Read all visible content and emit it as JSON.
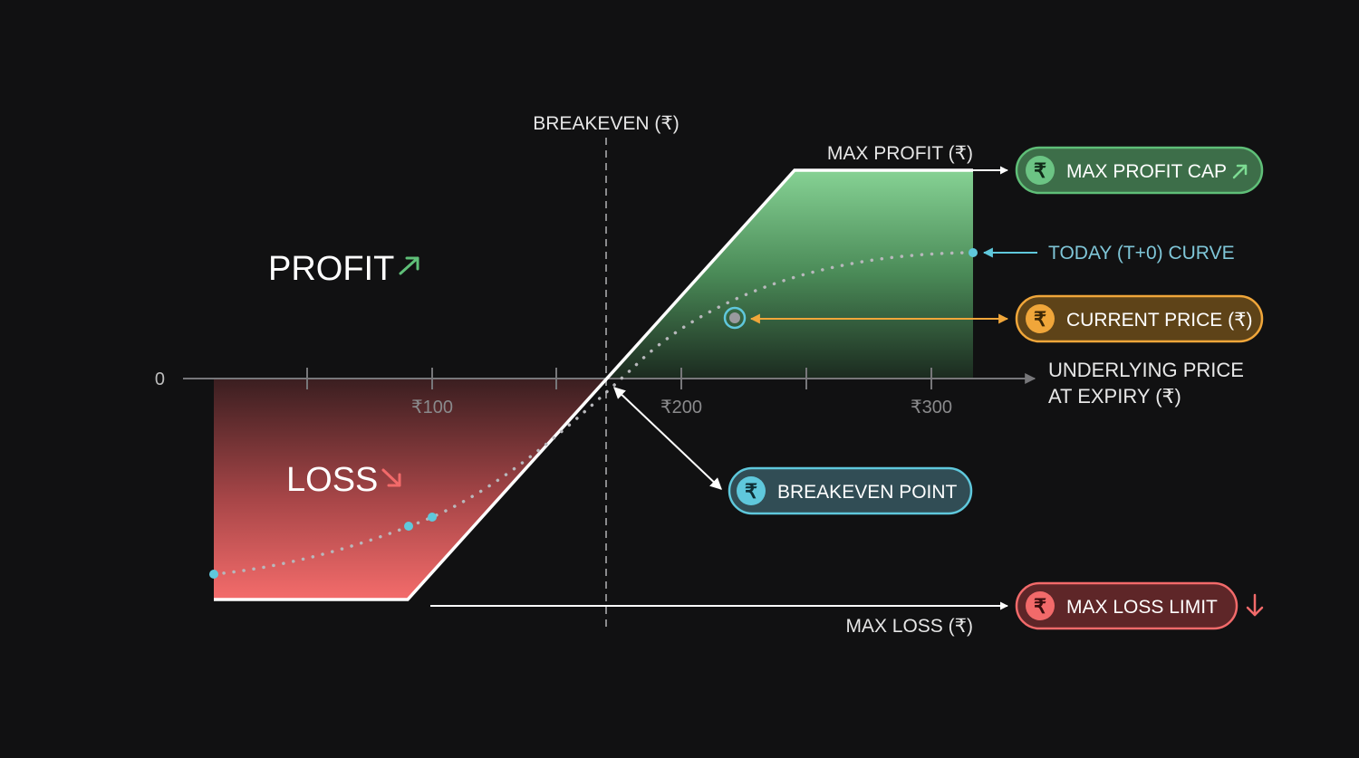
{
  "axis": {
    "zero_label": "0",
    "tick_labels": [
      "₹100",
      "₹200",
      "₹300"
    ],
    "x_label_line1": "UNDERLYING PRICE",
    "x_label_line2": "AT EXPIRY (₹)"
  },
  "labels": {
    "breakeven_top": "BREAKEVEN (₹)",
    "max_profit": "MAX PROFIT (₹)",
    "max_loss": "MAX LOSS (₹)",
    "profit": "PROFIT",
    "loss": "LOSS",
    "today_curve": "TODAY (T+0) CURVE"
  },
  "badges": {
    "max_profit_cap": "MAX PROFIT CAP",
    "current_price": "CURRENT PRICE (₹)",
    "breakeven_point": "BREAKEVEN POINT",
    "max_loss_limit": "MAX LOSS LIMIT",
    "rupee_symbol": "₹"
  },
  "icons": {
    "profit_arrow": "arrow-up-right-icon",
    "loss_arrow": "arrow-down-right-icon",
    "down_arrow": "arrow-down-icon",
    "rupee": "rupee-icon"
  },
  "colors": {
    "background": "#111112",
    "profit_green": "#5fbf78",
    "loss_red": "#f26a6a",
    "breakeven_cyan": "#5fc8dc",
    "current_orange": "#f0a63a",
    "axis_gray": "#77777a",
    "payoff_white": "#ffffff"
  }
}
